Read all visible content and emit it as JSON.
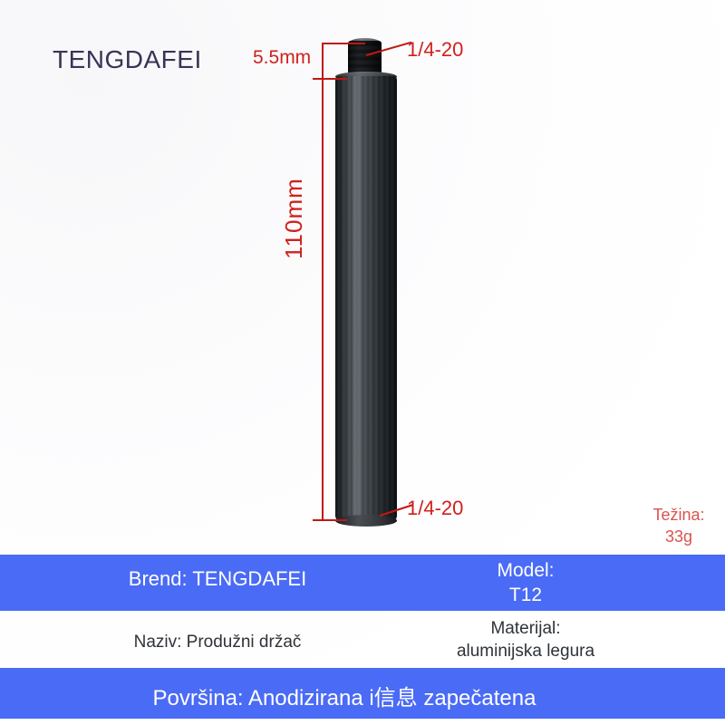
{
  "brand_logo": "TENGDAFEI",
  "product": {
    "dimensions": {
      "thread_height": "5.5mm",
      "total_length": "110mm",
      "top_thread_spec": "1/4-20",
      "bottom_thread_spec": "1/4-20"
    },
    "weight": {
      "label": "Težina:",
      "value": "33g"
    }
  },
  "info_bar_1": {
    "brand": "Brend: TENGDAFEI",
    "model_label": "Model:",
    "model_value": "T12"
  },
  "spec_row": {
    "name": "Naziv: Produžni držač",
    "material_label": "Materijal:",
    "material_value": "aluminijska legura"
  },
  "info_bar_2": {
    "surface": "Površina: Anodizirana i信息 zapečatena"
  },
  "colors": {
    "accent_blue": "#4a6bf5",
    "dimension_red": "#d0211c",
    "logo_purple": "#3a3356",
    "rod_dark": "#3a3e42"
  }
}
